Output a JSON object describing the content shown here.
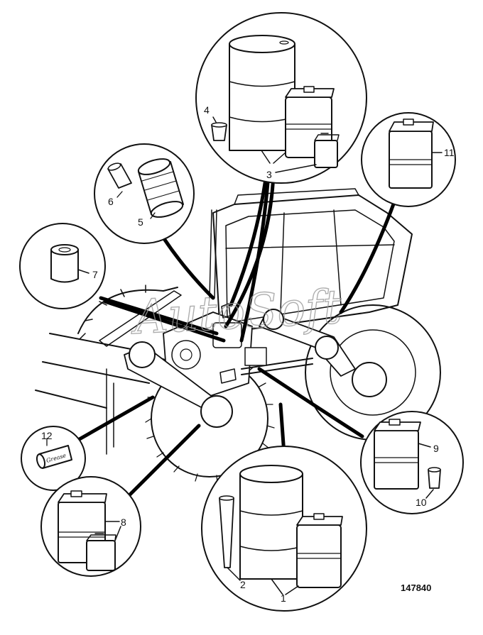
{
  "callouts": [
    {
      "id": "1",
      "label": "1"
    },
    {
      "id": "2",
      "label": "2"
    },
    {
      "id": "3",
      "label": "3"
    },
    {
      "id": "4",
      "label": "4"
    },
    {
      "id": "5",
      "label": "5"
    },
    {
      "id": "6",
      "label": "6"
    },
    {
      "id": "7",
      "label": "7"
    },
    {
      "id": "8",
      "label": "8"
    },
    {
      "id": "9",
      "label": "9"
    },
    {
      "id": "10",
      "label": "10"
    },
    {
      "id": "11",
      "label": "11"
    },
    {
      "id": "12",
      "label": "12"
    }
  ],
  "figure_ref": "147840",
  "watermark": "AutoSoft",
  "cartridge_text": "Grease"
}
